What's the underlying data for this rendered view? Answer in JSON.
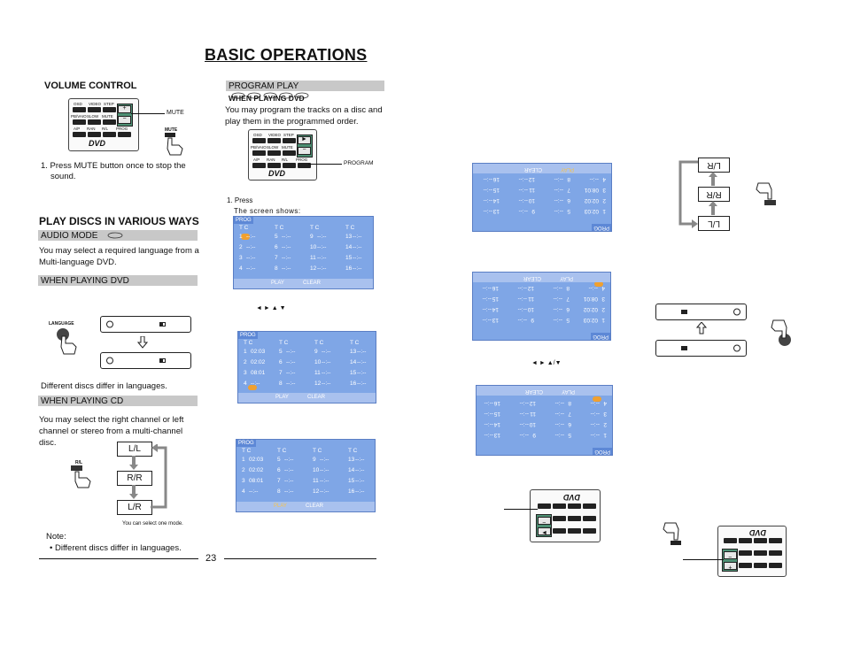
{
  "page": {
    "title": "BASIC OPERATIONS",
    "page_number": "23"
  },
  "volume": {
    "heading": "VOLUME CONTROL",
    "mute_label": "MUTE",
    "mute_key": "MUTE",
    "step1": "1. Press MUTE button once to stop the",
    "step1b": "sound."
  },
  "remote_keys": {
    "row1": [
      "OSD",
      "VIDEO",
      "STEP"
    ],
    "row2": [
      "PB/VAIO",
      "SLOW",
      "MUTE"
    ],
    "row3": [
      "A/P",
      "RAN",
      "R/L",
      "PROG"
    ],
    "logo": "DVD"
  },
  "play_discs": {
    "heading": "PLAY DISCS IN VARIOUS WAYS",
    "audio_mode": "AUDIO MODE",
    "audio_desc1": "You may select a required language from a",
    "audio_desc2": "Multi-language DVD.",
    "when_dvd": "WHEN PLAYING DVD",
    "language_key": "LANGUAGE",
    "diff_lang": "Different discs differ in languages.",
    "when_cd": "WHEN PLAYING CD",
    "cd_desc1": "You may select the right channel or left",
    "cd_desc2": "channel or stereo from a multi-channel",
    "cd_desc3": "disc.",
    "rl_key": "R/L",
    "modes": [
      "L/L",
      "R/R",
      "L/R"
    ],
    "one_mode": "You can select one mode.",
    "note_title": "Note:",
    "note_text": "Different discs differ in languages."
  },
  "program": {
    "heading": "PROGRAM PLAY",
    "when_dvd": "WHEN PLAYING DVD",
    "desc1": "You may program the tracks on a disc and",
    "desc2": "play them in the programmed order.",
    "program_label": "PROGRAM",
    "step1": "1. Press",
    "screen_shows": "The screen shows:",
    "arrows": "◄ ► ▲ ▼"
  },
  "screens": {
    "header": "PROG",
    "tc": "T   C",
    "play": "PLAY",
    "clear": "CLEAR",
    "empty": "--:--",
    "screen1": {
      "rows": [
        [
          "1",
          "--:--",
          "5",
          "--:--",
          "9",
          "--:--",
          "13",
          "--:--"
        ],
        [
          "2",
          "--:--",
          "6",
          "--:--",
          "10",
          "--:--",
          "14",
          "--:--"
        ],
        [
          "3",
          "--:--",
          "7",
          "--:--",
          "11",
          "--:--",
          "15",
          "--:--"
        ],
        [
          "4",
          "--:--",
          "8",
          "--:--",
          "12",
          "--:--",
          "16",
          "--:--"
        ]
      ]
    },
    "screen2": {
      "rows": [
        [
          "1",
          "02:03",
          "5",
          "--:--",
          "9",
          "--:--",
          "13",
          "--:--"
        ],
        [
          "2",
          "02:02",
          "6",
          "--:--",
          "10",
          "--:--",
          "14",
          "--:--"
        ],
        [
          "3",
          "08:01",
          "7",
          "--:--",
          "11",
          "--:--",
          "15",
          "--:--"
        ],
        [
          "4",
          "--:--",
          "8",
          "--:--",
          "12",
          "--:--",
          "16",
          "--:--"
        ]
      ]
    },
    "screen3": {
      "rows": [
        [
          "1",
          "02:03",
          "5",
          "--:--",
          "9",
          "--:--",
          "13",
          "--:--"
        ],
        [
          "2",
          "02:02",
          "6",
          "--:--",
          "10",
          "--:--",
          "14",
          "--:--"
        ],
        [
          "3",
          "08:01",
          "7",
          "--:--",
          "11",
          "--:--",
          "15",
          "--:--"
        ],
        [
          "4",
          "--:--",
          "8",
          "--:--",
          "12",
          "--:--",
          "16",
          "--:--"
        ]
      ]
    }
  },
  "colors": {
    "screen_bg": "#7fa6e6",
    "screen_footer": "#a9c1ee",
    "highlight": "#f0a030",
    "remote_green": "#4d8f73",
    "section_bar": "#c8c8c8"
  }
}
